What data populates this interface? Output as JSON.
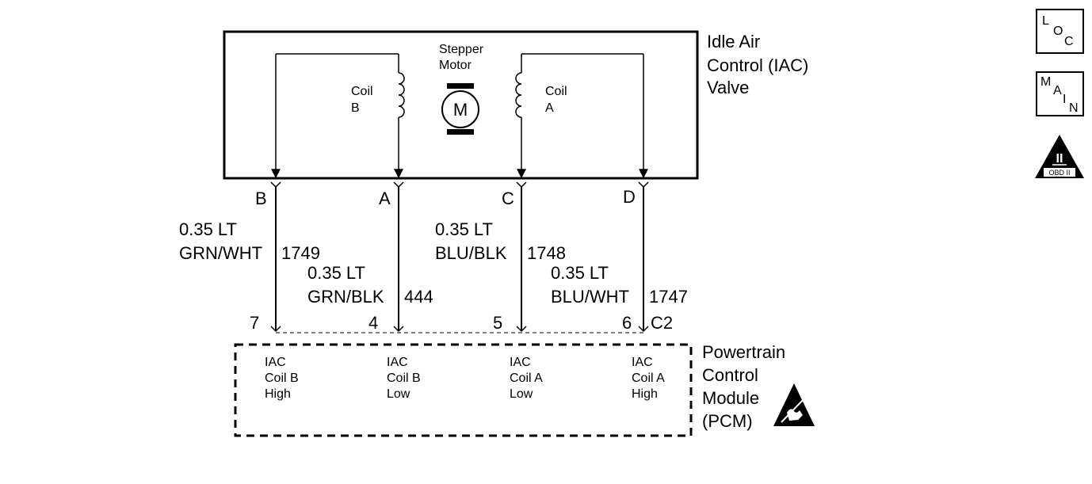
{
  "iac_valve": {
    "title": [
      "Idle Air",
      "Control (IAC)",
      "Valve"
    ],
    "motor_label": [
      "Stepper",
      "Motor"
    ],
    "motor_symbol": "M",
    "coil_b": [
      "Coil",
      "B"
    ],
    "coil_a": [
      "Coil",
      "A"
    ]
  },
  "pins": {
    "b": "B",
    "a": "A",
    "c": "C",
    "d": "D"
  },
  "wires": [
    {
      "gauge": "0.35 LT",
      "color": "GRN/WHT",
      "circuit": "1749",
      "pcm_pin": "7"
    },
    {
      "gauge": "0.35 LT",
      "color": "GRN/BLK",
      "circuit": "444",
      "pcm_pin": "4"
    },
    {
      "gauge": "0.35 LT",
      "color": "BLU/BLK",
      "circuit": "1748",
      "pcm_pin": "5"
    },
    {
      "gauge": "0.35 LT",
      "color": "BLU/WHT",
      "circuit": "1747",
      "pcm_pin": "6"
    }
  ],
  "connector": "C2",
  "pcm": {
    "title": [
      "Powertrain",
      "Control",
      "Module",
      "(PCM)"
    ],
    "terminals": [
      [
        "IAC",
        "Coil B",
        "High"
      ],
      [
        "IAC",
        "Coil B",
        "Low"
      ],
      [
        "IAC",
        "Coil A",
        "Low"
      ],
      [
        "IAC",
        "Coil A",
        "High"
      ]
    ]
  },
  "icons": {
    "loc": [
      "L",
      "O",
      "C"
    ],
    "main": [
      "M",
      "A",
      "I",
      "N"
    ],
    "obd": {
      "numeral": "II",
      "label": "OBD II"
    },
    "esd": "esd-warning-icon"
  }
}
